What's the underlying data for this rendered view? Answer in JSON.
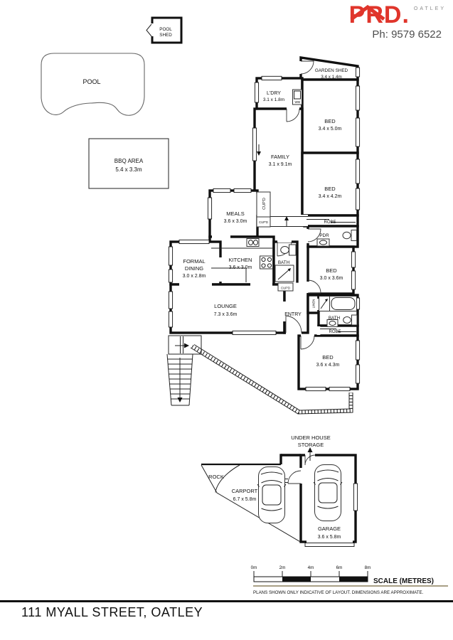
{
  "header": {
    "brand": "PRD.",
    "brand_sub": "OATLEY",
    "phone": "Ph: 9579 6522",
    "accent": "#e0352b"
  },
  "footer": {
    "address": "111 MYALL STREET, OATLEY"
  },
  "plan": {
    "outdoor": {
      "pool_shed_line1": "POOL",
      "pool_shed_line2": "SHED",
      "pool": "POOL",
      "bbq_name": "BBQ AREA",
      "bbq_dim": "5.4 x 3.3m"
    },
    "rooms": {
      "garden_shed": {
        "name": "GARDEN SHED",
        "dim": "3.4 x 1.4m"
      },
      "laundry": {
        "name": "L'DRY",
        "dim": "3.1 x 1.8m"
      },
      "bed1": {
        "name": "BED",
        "dim": "3.4 x 5.0m"
      },
      "family": {
        "name": "FAMILY",
        "dim": "3.1 x 9.1m"
      },
      "bed2": {
        "name": "BED",
        "dim": "3.4 x 4.2m"
      },
      "meals": {
        "name": "MEALS",
        "dim": "3.6 x 3.0m"
      },
      "kitchen": {
        "name": "KITCHEN",
        "dim": "3.6 x 3.0m"
      },
      "formal_dining": {
        "name1": "FORMAL",
        "name2": "DINING",
        "dim": "3.0 x 2.8m"
      },
      "lounge": {
        "name": "LOUNGE",
        "dim": "7.3 x 3.6m"
      },
      "bed3": {
        "name": "BED",
        "dim": "3.0 x 3.6m"
      },
      "bed4": {
        "name": "BED",
        "dim": "3.6 x 4.3m"
      },
      "entry": "ENTRY",
      "pdr": "PDR",
      "bath1": "BATH",
      "bath2": "BATH",
      "robe1": "ROBE",
      "robe2": "ROBE",
      "linen": "LINEN",
      "wm": "WM",
      "cupd1": "CUP'D",
      "cupd2": "CUP'D",
      "cupd3": "CUP'D"
    },
    "lower": {
      "under_house_line1": "UNDER HOUSE",
      "under_house_line2": "STORAGE",
      "rock": "ROCK",
      "carport": {
        "name": "CARPORT",
        "dim": "6.7 x 5.8m"
      },
      "garage": {
        "name": "GARAGE",
        "dim": "3.6 x 5.8m"
      }
    },
    "scalebar": {
      "ticks": [
        "0m",
        "2m",
        "4m",
        "6m",
        "8m"
      ],
      "label": "SCALE (METRES)",
      "disclaimer": "PLANS SHOWN ONLY INDICATIVE OF LAYOUT.  DIMENSIONS ARE APPROXIMATE."
    }
  }
}
